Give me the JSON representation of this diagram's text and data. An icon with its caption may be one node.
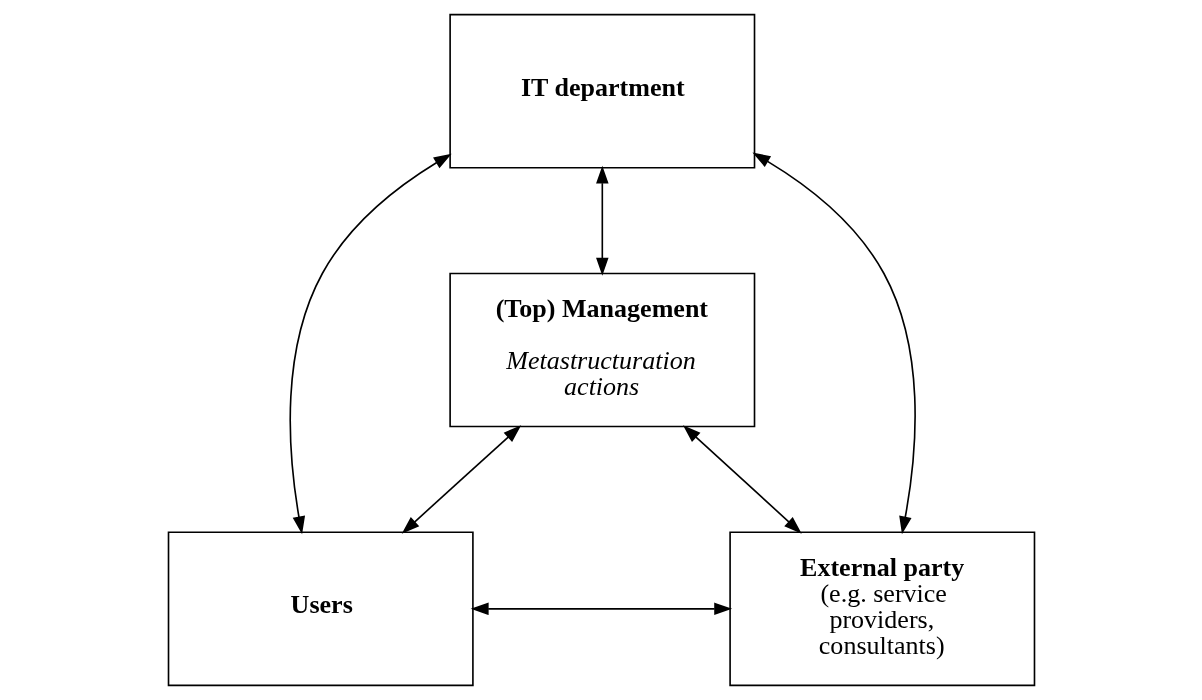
{
  "diagram": {
    "nodes": [
      {
        "text": [
          "IT department"
        ]
      },
      {
        "text": [
          "(Top) Management",
          "Metastructuration actions"
        ]
      },
      {
        "text": [
          "Users"
        ]
      },
      {
        "text": [
          "**External party** (e.g. service providers, consultants)"
        ]
      }
    ],
    "edges": [
      {
        "from": 0,
        "to": 2,
        "arrow": "both"
      },
      {
        "from": 0,
        "to": 1,
        "arrow": "both"
      },
      {
        "from": 0,
        "to": 3,
        "arrow": "both"
      },
      {
        "from": 1,
        "to": 2,
        "arrow": "both"
      },
      {
        "from": 1,
        "to": 3,
        "arrow": "both"
      },
      {
        "from": 2,
        "to": 3,
        "arrow": "both"
      }
    ]
  }
}
